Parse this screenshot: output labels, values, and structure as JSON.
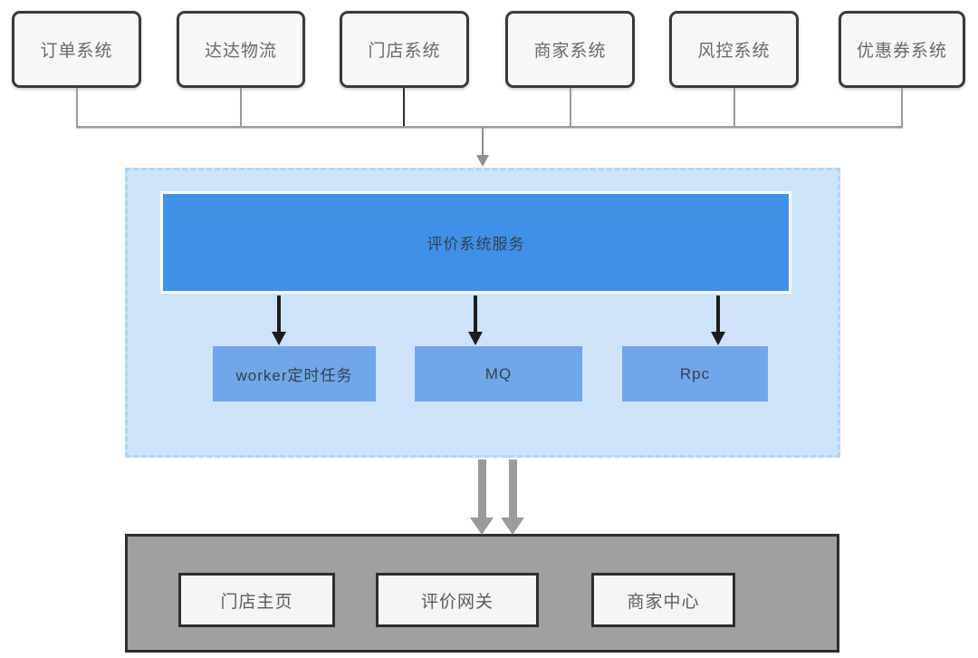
{
  "top_systems": [
    {
      "label": "订单系统"
    },
    {
      "label": "达达物流"
    },
    {
      "label": "门店系统"
    },
    {
      "label": "商家系统"
    },
    {
      "label": "风控系统"
    },
    {
      "label": "优惠券系统"
    }
  ],
  "service_layer": {
    "title": "评价系统服务",
    "components": [
      {
        "label": "worker定时任务"
      },
      {
        "label": "MQ"
      },
      {
        "label": "Rpc"
      }
    ]
  },
  "frontend_layer": {
    "items": [
      {
        "label": "门店主页"
      },
      {
        "label": "评价网关"
      },
      {
        "label": "商家中心"
      }
    ]
  },
  "colors": {
    "service_main_blue": "#4090e8",
    "component_blue": "#71a7e8",
    "service_container_blue": "#cde3f9",
    "service_container_dash": "#b3d4f2",
    "frontend_container_gray": "#a0a0a0",
    "node_fill": "#f7f7f7",
    "node_border": "#3a3a3a",
    "connector_gray": "#9a9a9a",
    "arrow_black": "#1d1d1d"
  }
}
